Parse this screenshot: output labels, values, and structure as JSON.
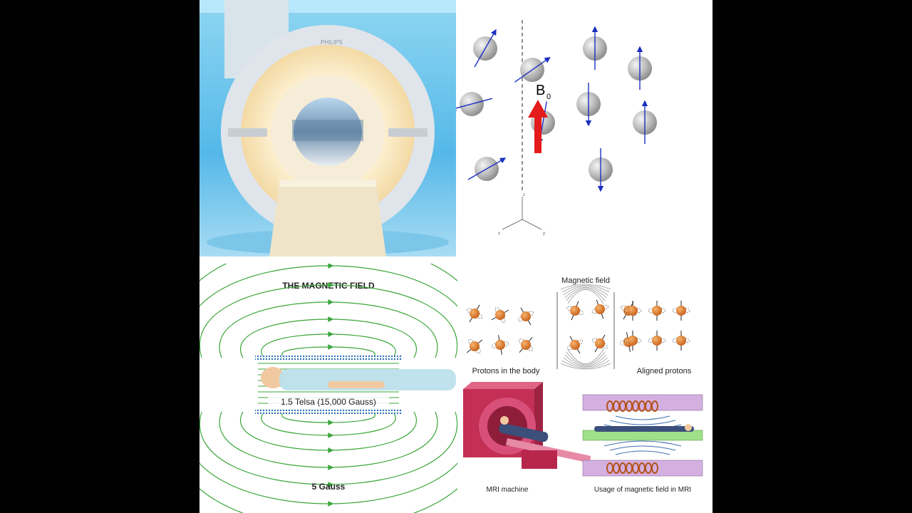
{
  "mri_photo": {
    "brand": "PHILIPS"
  },
  "spin_panel": {
    "field_symbol": "B",
    "field_subscript": "0",
    "axis_z": "z",
    "axis_x": "x",
    "axis_y": "y",
    "spin_color": "#1a2fc0",
    "arrow_color": "#e31b1b"
  },
  "magnetic_field_panel": {
    "title": "THE MAGNETIC FIELD",
    "strength_label": "1.5 Telsa (15,000 Gauss)",
    "edge_label": "5 Gauss",
    "line_color": "#3aa63a"
  },
  "protons_panel": {
    "header": "Magnetic field",
    "left_caption": "Protons in the body",
    "right_caption": "Aligned protons",
    "machine_caption": "MRI machine",
    "usage_caption": "Usage of magnetic field in MRI",
    "proton_color": "#e07a1f"
  }
}
